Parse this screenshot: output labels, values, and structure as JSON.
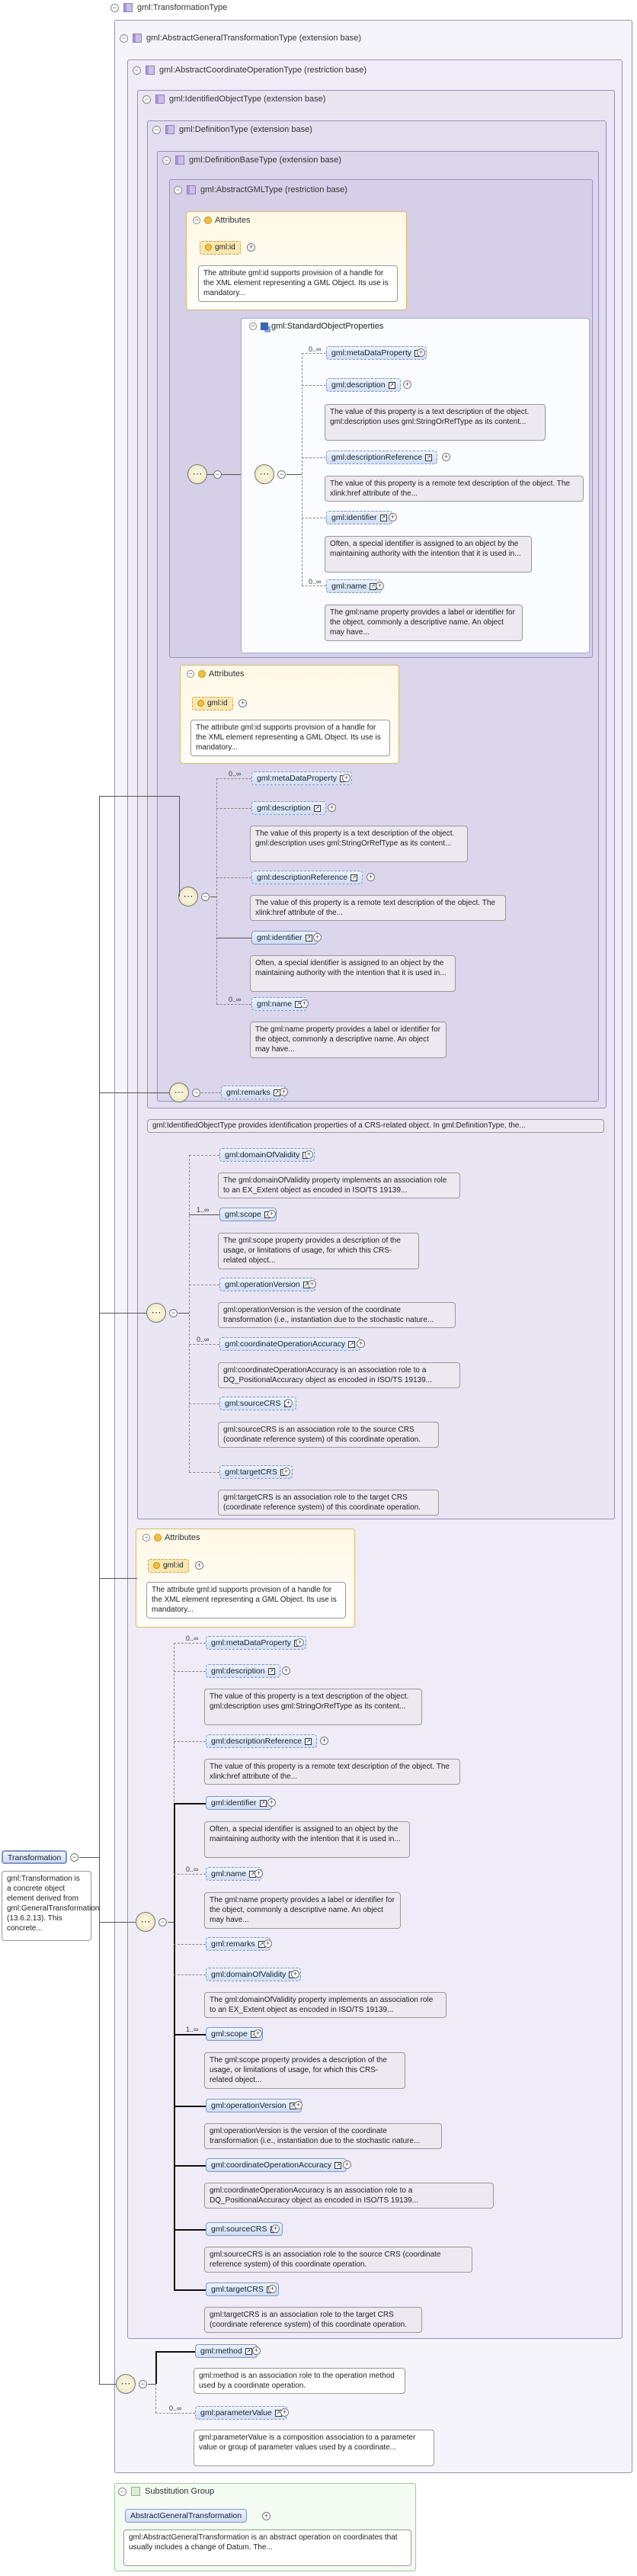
{
  "types": {
    "transformation_type": "gml:TransformationType",
    "abstract_general_transformation": "gml:AbstractGeneralTransformationType (extension base)",
    "abstract_coordinate_operation": "gml:AbstractCoordinateOperationType (restriction base)",
    "identified_object": "gml:IdentifiedObjectType (extension base)",
    "definition": "gml:DefinitionType (extension base)",
    "definition_base": "gml:DefinitionBaseType (extension base)",
    "abstract_gml": "gml:AbstractGMLType (restriction base)"
  },
  "attributes_label": "Attributes",
  "attr_id": "gml:id",
  "attr_id_desc": "The attribute gml:id supports provision of a handle for the XML element representing a GML Object. Its use is mandatory...",
  "standard_object_properties": "gml:StandardObjectProperties",
  "elements": {
    "metaDataProperty": "gml:metaDataProperty",
    "description": "gml:description",
    "descriptionReference": "gml:descriptionReference",
    "identifier": "gml:identifier",
    "name": "gml:name",
    "remarks": "gml:remarks",
    "domainOfValidity": "gml:domainOfValidity",
    "scope": "gml:scope",
    "operationVersion": "gml:operationVersion",
    "coordinateOperationAccuracy": "gml:coordinateOperationAccuracy",
    "sourceCRS": "gml:sourceCRS",
    "targetCRS": "gml:targetCRS",
    "method": "gml:method",
    "parameterValue": "gml:parameterValue"
  },
  "descs": {
    "description": "The value of this property is a text description of the object. gml:description uses gml:StringOrRefType as its content...",
    "descriptionReference": "The value of this property is a remote text description of the object. The xlink:href attribute of the...",
    "identifier": "Often, a special identifier is assigned to an object by the maintaining authority with the intention that it is used in...",
    "name": "The gml:name property provides a label or identifier for the object, commonly a descriptive name. An object may have...",
    "domainOfValidity": "The gml:domainOfValidity property implements an association role to an EX_Extent object as encoded in ISO/TS 19139...",
    "scope": "The gml:scope property provides a description of the usage, or limitations of usage, for which this CRS-related object...",
    "operationVersion": "gml:operationVersion is the version of the coordinate transformation (i.e., instantiation due to the stochastic nature...",
    "coordinateOperationAccuracy": "gml:coordinateOperationAccuracy is an association role to a DQ_PositionalAccuracy object as encoded in ISO/TS 19139...",
    "sourceCRS": "gml:sourceCRS is an association role to the source CRS (coordinate reference system) of this coordinate operation.",
    "targetCRS": "gml:targetCRS is an association role to the target CRS (coordinate reference system) of this coordinate operation.",
    "method": "gml:method is an association role to the operation method used by a coordinate operation.",
    "parameterValue": "gml:parameterValue is a composition association to a parameter value or group of parameter values used by a coordinate..."
  },
  "identified_note": "gml:IdentifiedObjectType provides identification properties of a CRS-related object. In gml:DefinitionType, the...",
  "mult": {
    "zero_inf": "0..∞",
    "one_inf": "1..∞"
  },
  "root": {
    "label": "Transformation",
    "desc": "gml:Transformation is a concrete object element derived from gml:GeneralTransformation (13.6.2.13). This concrete..."
  },
  "substitution_group": "Substitution Group",
  "subst_element": "AbstractGeneralTransformation",
  "subst_desc": "gml:AbstractGeneralTransformation is an abstract operation on coordinates that usually includes a change of Datum. The...",
  "glyphs": {
    "collapse": "−",
    "expand": "+",
    "link": "↗",
    "sequence": "⋯"
  }
}
